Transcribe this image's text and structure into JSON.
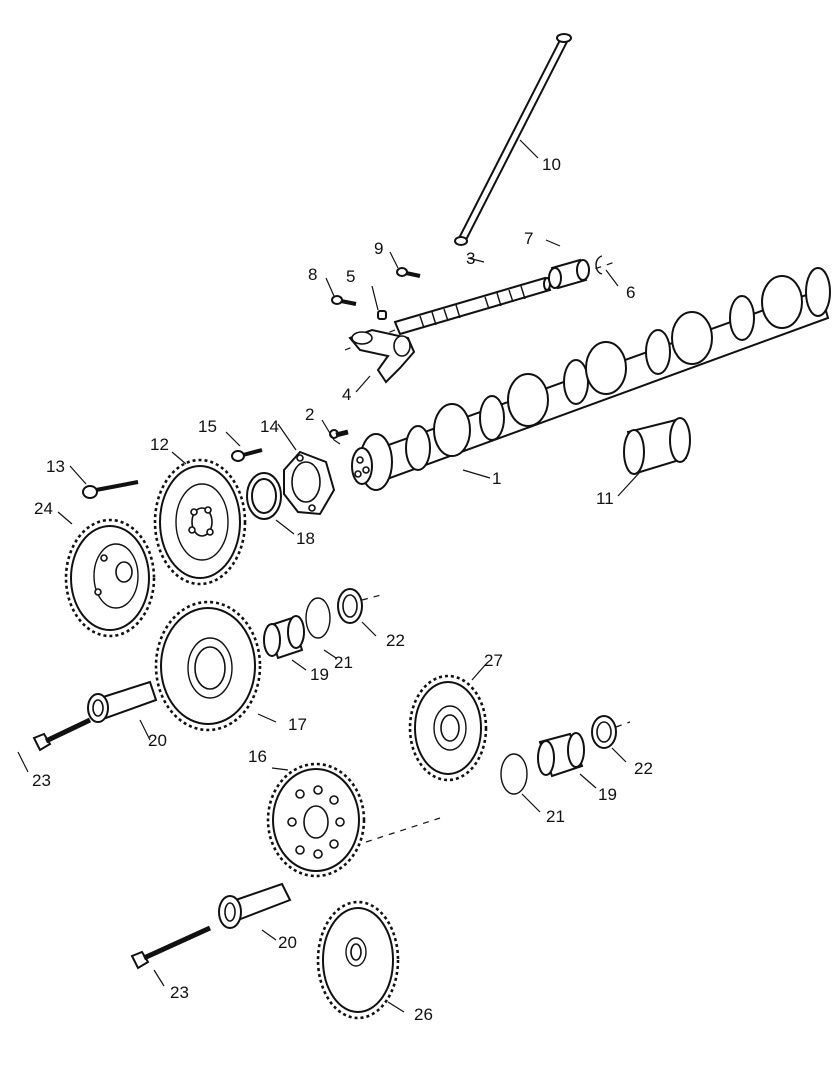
{
  "callouts": [
    {
      "id": "c1",
      "text": "1"
    },
    {
      "id": "c2",
      "text": "2"
    },
    {
      "id": "c3",
      "text": "3"
    },
    {
      "id": "c4",
      "text": "4"
    },
    {
      "id": "c5",
      "text": "5"
    },
    {
      "id": "c6",
      "text": "6"
    },
    {
      "id": "c7",
      "text": "7"
    },
    {
      "id": "c8",
      "text": "8"
    },
    {
      "id": "c9",
      "text": "9"
    },
    {
      "id": "c10",
      "text": "10"
    },
    {
      "id": "c11",
      "text": "11"
    },
    {
      "id": "c12",
      "text": "12"
    },
    {
      "id": "c13",
      "text": "13"
    },
    {
      "id": "c14",
      "text": "14"
    },
    {
      "id": "c15",
      "text": "15"
    },
    {
      "id": "c16",
      "text": "16"
    },
    {
      "id": "c17",
      "text": "17"
    },
    {
      "id": "c18",
      "text": "18"
    },
    {
      "id": "c19a",
      "text": "19"
    },
    {
      "id": "c19b",
      "text": "19"
    },
    {
      "id": "c20a",
      "text": "20"
    },
    {
      "id": "c20b",
      "text": "20"
    },
    {
      "id": "c21a",
      "text": "21"
    },
    {
      "id": "c21b",
      "text": "21"
    },
    {
      "id": "c22a",
      "text": "22"
    },
    {
      "id": "c22b",
      "text": "22"
    },
    {
      "id": "c23a",
      "text": "23"
    },
    {
      "id": "c23b",
      "text": "23"
    },
    {
      "id": "c24",
      "text": "24"
    },
    {
      "id": "c26",
      "text": "26"
    },
    {
      "id": "c27",
      "text": "27"
    }
  ],
  "colors": {
    "ink": "#111111",
    "paper": "#ffffff"
  }
}
